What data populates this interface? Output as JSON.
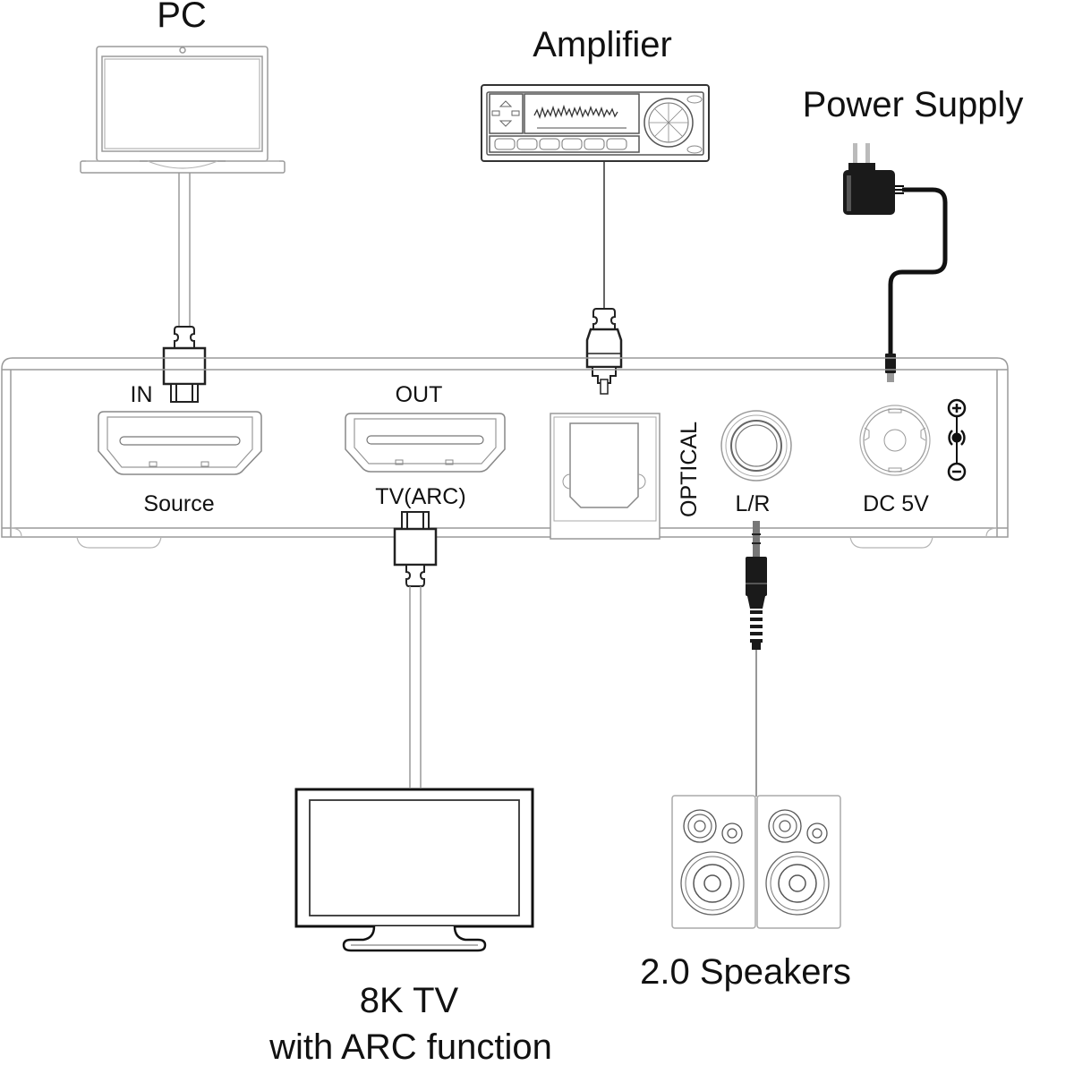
{
  "diagram": {
    "title": "HDMI ARC audio extractor connection diagram",
    "devices": {
      "pc": {
        "label": "PC"
      },
      "amplifier": {
        "label": "Amplifier"
      },
      "power_supply": {
        "label": "Power Supply"
      },
      "tv": {
        "label_line1": "8K TV",
        "label_line2": "with ARC function"
      },
      "speakers": {
        "label": "2.0 Speakers"
      }
    },
    "ports": {
      "hdmi_in": {
        "top_label": "IN",
        "bottom_label": "Source"
      },
      "hdmi_out": {
        "top_label": "OUT",
        "bottom_label": "TV(ARC)"
      },
      "optical": {
        "label": "OPTICAL"
      },
      "analog": {
        "label": "L/R"
      },
      "dc": {
        "label": "DC 5V"
      }
    },
    "polarity": {
      "plus": "+",
      "minus": "−"
    },
    "connections": [
      {
        "from": "PC",
        "to": "IN",
        "cable": "HDMI"
      },
      {
        "from": "OUT",
        "to": "8K TV",
        "cable": "HDMI"
      },
      {
        "from": "Amplifier",
        "to": "OPTICAL",
        "cable": "Toslink"
      },
      {
        "from": "L/R",
        "to": "2.0 Speakers",
        "cable": "3.5mm stereo"
      },
      {
        "from": "Power Supply",
        "to": "DC 5V",
        "cable": "DC power"
      }
    ],
    "colors": {
      "line": "#9a9a9a",
      "ink": "#111111",
      "cable_dark": "#1a1a1a"
    }
  }
}
